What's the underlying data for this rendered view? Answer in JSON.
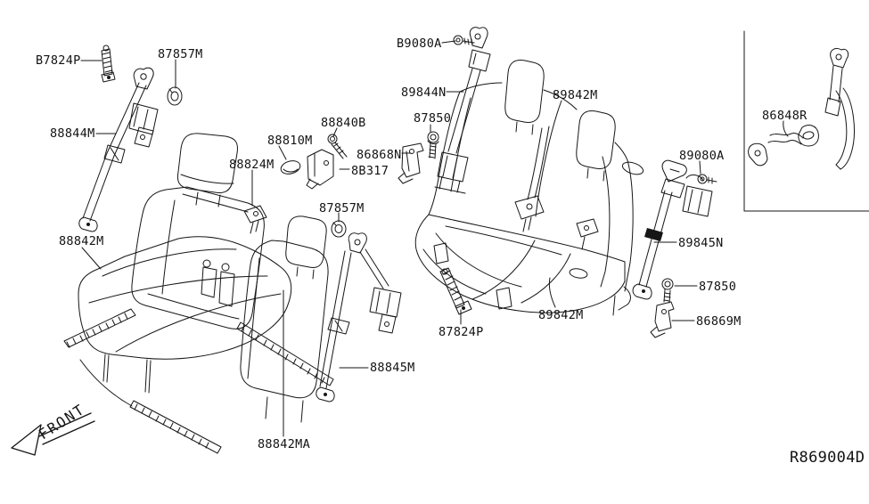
{
  "diagram": {
    "ref_code": "R869004D",
    "front_label": "FRONT",
    "line_color": "#161616",
    "background_color": "#ffffff",
    "parts": [
      {
        "label": "B7824P"
      },
      {
        "label": "87857M"
      },
      {
        "label": "88844M"
      },
      {
        "label": "88842M"
      },
      {
        "label": "88810M"
      },
      {
        "label": "88824M"
      },
      {
        "label": "88840B"
      },
      {
        "label": "86868N"
      },
      {
        "label": "8B317"
      },
      {
        "label": "87857M"
      },
      {
        "label": "B9080A"
      },
      {
        "label": "89844N"
      },
      {
        "label": "87850"
      },
      {
        "label": "89842M"
      },
      {
        "label": "86848R"
      },
      {
        "label": "89080A"
      },
      {
        "label": "89845N"
      },
      {
        "label": "87850"
      },
      {
        "label": "86869M"
      },
      {
        "label": "87824P"
      },
      {
        "label": "89842M"
      },
      {
        "label": "88845M"
      },
      {
        "label": "88842MA"
      }
    ]
  }
}
